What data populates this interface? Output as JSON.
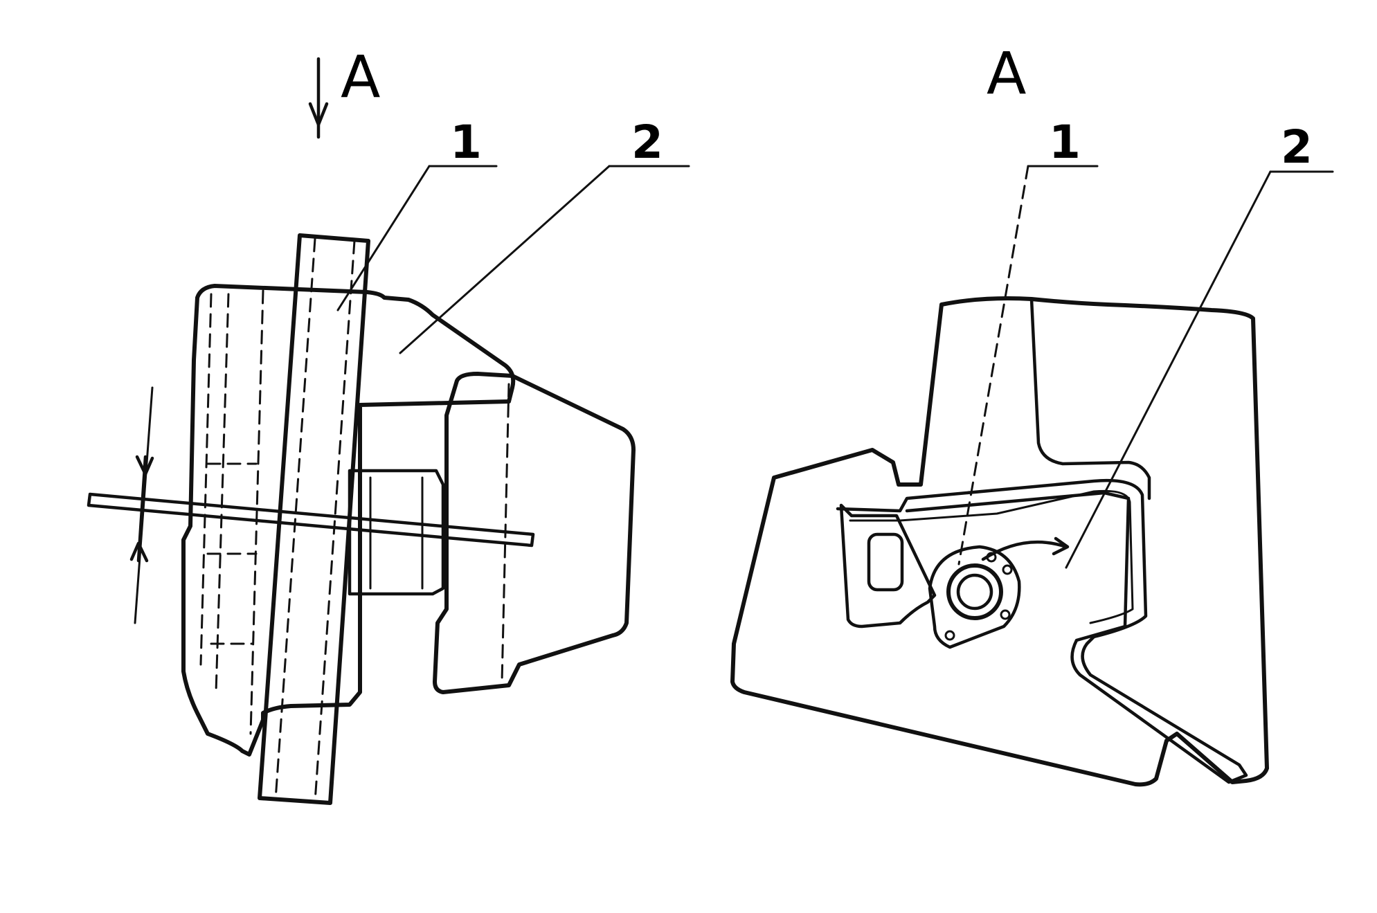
{
  "left_view": {
    "arrow_label": "A",
    "callout_1": "1",
    "callout_2": "2"
  },
  "right_view": {
    "view_label": "A",
    "callout_1": "1",
    "callout_2": "2"
  }
}
